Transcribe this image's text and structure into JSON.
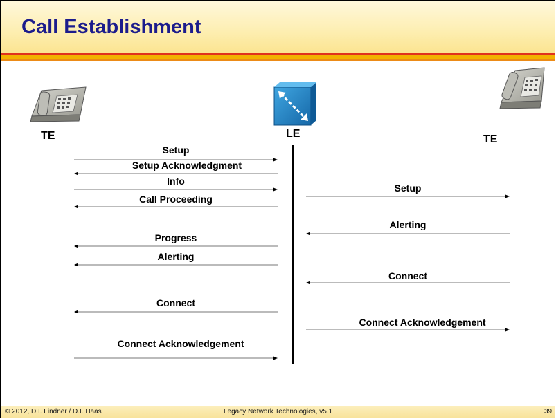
{
  "slide": {
    "title": "Call Establishment",
    "footer_left": "© 2012, D.I. Lindner / D.I. Haas",
    "footer_center": "Legacy Network Technologies, v5.1",
    "page_number": "39"
  },
  "nodes": {
    "left_terminal": "TE",
    "exchange": "LE",
    "right_terminal": "TE"
  },
  "left_messages": [
    {
      "label": "Setup",
      "direction": "to-LE"
    },
    {
      "label": "Setup Acknowledgment",
      "direction": "to-TE"
    },
    {
      "label": "Info",
      "direction": "to-LE"
    },
    {
      "label": "Call Proceeding",
      "direction": "to-TE"
    },
    {
      "label": "Progress",
      "direction": "to-TE"
    },
    {
      "label": "Alerting",
      "direction": "to-TE"
    },
    {
      "label": "Connect",
      "direction": "to-TE"
    },
    {
      "label": "Connect Acknowledgement",
      "direction": "to-LE"
    }
  ],
  "right_messages": [
    {
      "label": "Setup",
      "direction": "to-TE"
    },
    {
      "label": "Alerting",
      "direction": "to-LE"
    },
    {
      "label": "Connect",
      "direction": "to-LE"
    },
    {
      "label": "Connect Acknowledgement",
      "direction": "to-TE"
    }
  ]
}
